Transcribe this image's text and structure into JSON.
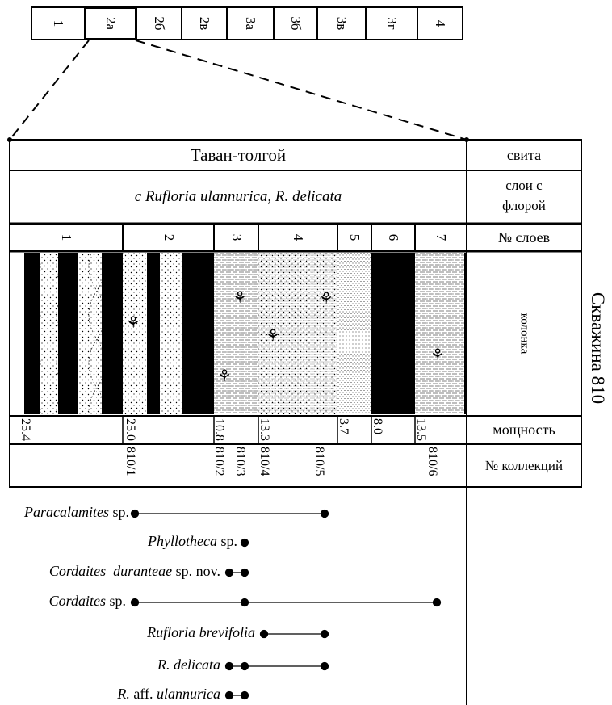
{
  "zone_scale": {
    "labels": [
      "1",
      "2а",
      "2б",
      "2в",
      "3а",
      "3б",
      "3в",
      "3г",
      "4"
    ]
  },
  "header": {
    "svita_name": "Таван-толгой",
    "svita_label": "свита",
    "flora_layers_name": "с Rufloria ulannurica, R. delicata",
    "flora_layers_label_line1": "слои с",
    "flora_layers_label_line2": "флорой",
    "layers_label": "№ слоев",
    "column_label": "колонка",
    "thickness_label": "мощность",
    "collections_label": "№ коллекций",
    "well_label": "Скважина 810"
  },
  "layers": [
    {
      "number": "1",
      "thickness": "25.4",
      "lithology": "sandstone with coal interbeds"
    },
    {
      "number": "2",
      "thickness": "25.0",
      "lithology": "sandstone and coal"
    },
    {
      "number": "3",
      "thickness": "10.8",
      "lithology": "siltstone"
    },
    {
      "number": "4",
      "thickness": "13.3",
      "lithology": "fine sandstone"
    },
    {
      "number": "5",
      "thickness": "3.7",
      "lithology": "sandstone"
    },
    {
      "number": "6",
      "thickness": "8.0",
      "lithology": "coal"
    },
    {
      "number": "7",
      "thickness": "13.5",
      "lithology": "siltstone"
    }
  ],
  "collections": [
    "810/1",
    "810/2",
    "810/3",
    "810/4",
    "810/5",
    "810/6"
  ],
  "taxa": [
    {
      "genus": "Paracalamites",
      "suffix": " sp."
    },
    {
      "genus": "Phyllotheca",
      "suffix": " sp."
    },
    {
      "genus": "Cordaites  duranteae",
      "suffix": " sp. nov."
    },
    {
      "genus": "Cordaites",
      "suffix": " sp."
    },
    {
      "genus": "Rufloria brevifolia",
      "suffix": ""
    },
    {
      "genus": "R. delicata",
      "suffix": ""
    },
    {
      "genus": "R.",
      "suffix": " aff. ",
      "species": "ulannurica"
    }
  ]
}
